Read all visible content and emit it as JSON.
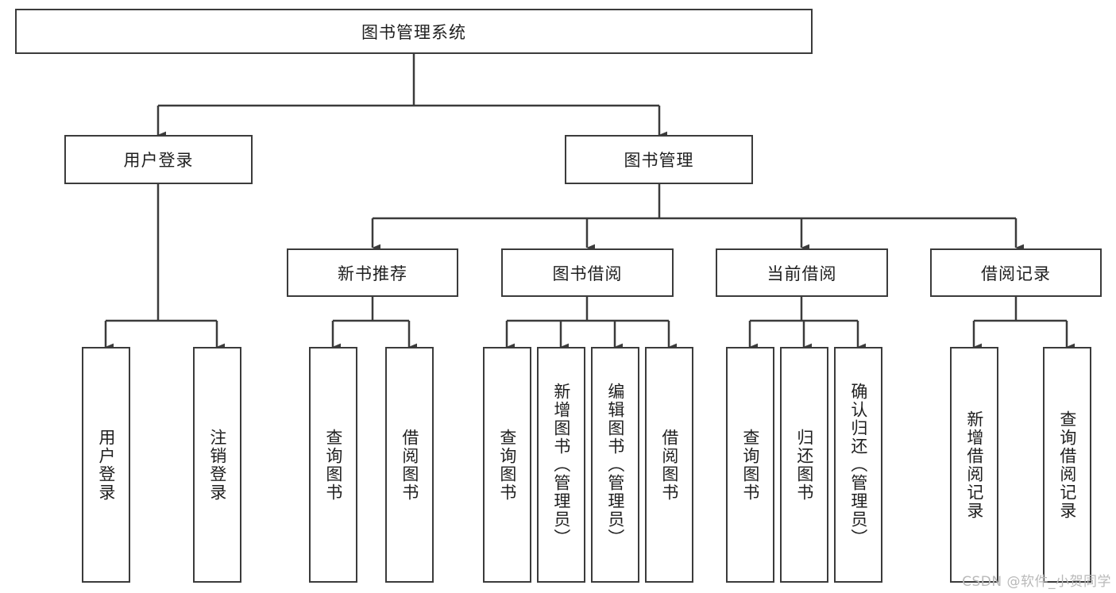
{
  "diagram": {
    "title": "图书管理系统",
    "root": {
      "label": "图书管理系统"
    },
    "level1": [
      {
        "label": "用户登录"
      },
      {
        "label": "图书管理"
      }
    ],
    "level2": [
      {
        "label": "新书推荐"
      },
      {
        "label": "图书借阅"
      },
      {
        "label": "当前借阅"
      },
      {
        "label": "借阅记录"
      }
    ],
    "leaves": {
      "user_login": [
        {
          "label": "用户登录"
        },
        {
          "label": "注销登录"
        }
      ],
      "new_book_recommend": [
        {
          "label": "查询图书"
        },
        {
          "label": "借阅图书"
        }
      ],
      "book_borrow": [
        {
          "label": "查询图书"
        },
        {
          "label": "新增图书（管理员）"
        },
        {
          "label": "编辑图书（管理员）"
        },
        {
          "label": "借阅图书"
        }
      ],
      "current_borrow": [
        {
          "label": "查询图书"
        },
        {
          "label": "归还图书"
        },
        {
          "label": "确认归还（管理员）"
        }
      ],
      "borrow_record": [
        {
          "label": "新增借阅记录"
        },
        {
          "label": "查询借阅记录"
        }
      ]
    },
    "watermark": "CSDN @软件_小贺同学",
    "colors": {
      "stroke": "#3b3b3b",
      "fill": "#ffffff",
      "text": "#1f1f1f",
      "watermark": "#b9b9b9"
    }
  }
}
